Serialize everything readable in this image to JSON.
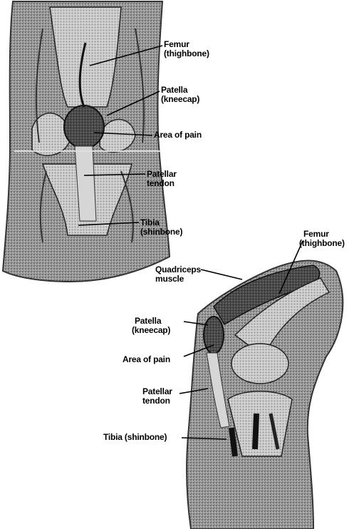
{
  "figure": {
    "front_view": {
      "labels": [
        {
          "id": "femur",
          "lines": [
            "Femur",
            "(thighbone)"
          ]
        },
        {
          "id": "patella",
          "lines": [
            "Patella",
            "(kneecap)"
          ]
        },
        {
          "id": "area-of-pain",
          "lines": [
            "Area of pain"
          ]
        },
        {
          "id": "patellar-tendon",
          "lines": [
            "Patellar",
            "tendon"
          ]
        },
        {
          "id": "tibia",
          "lines": [
            "Tibia",
            "(shinbone)"
          ]
        }
      ]
    },
    "side_view": {
      "labels": [
        {
          "id": "femur",
          "lines": [
            "Femur",
            "(thighbone)"
          ]
        },
        {
          "id": "quadriceps-muscle",
          "lines": [
            "Quadriceps",
            "muscle"
          ]
        },
        {
          "id": "patella",
          "lines": [
            "Patella",
            "(kneecap)"
          ]
        },
        {
          "id": "area-of-pain",
          "lines": [
            "Area of pain"
          ]
        },
        {
          "id": "patellar-tendon",
          "lines": [
            "Patellar",
            "tendon"
          ]
        },
        {
          "id": "tibia",
          "lines": [
            "Tibia (shinbone)"
          ]
        }
      ]
    }
  }
}
